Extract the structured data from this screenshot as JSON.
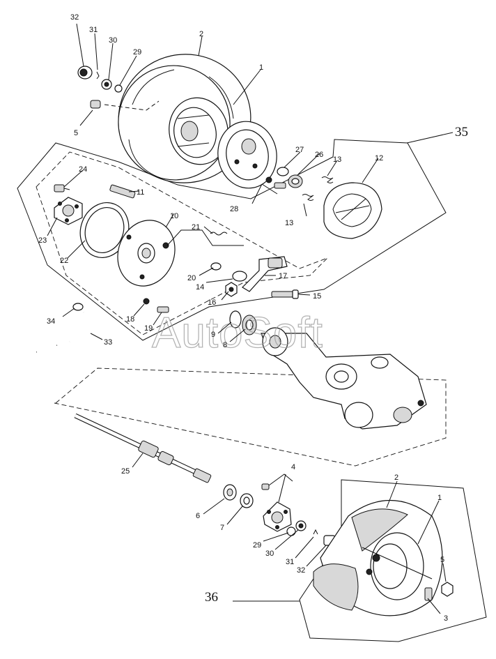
{
  "watermark": "AutoSoft",
  "callouts": {
    "p1a": "1",
    "p2a": "2",
    "p5a": "5",
    "p29a": "29",
    "p30a": "30",
    "p31a": "31",
    "p32a": "32",
    "p27": "27",
    "p26": "26",
    "p28": "28",
    "p13a": "13",
    "p13b": "13",
    "p12": "12",
    "p35": "35",
    "p24": "24",
    "p11": "11",
    "p23": "23",
    "p22": "22",
    "p10": "10",
    "p21": "21",
    "p20": "20",
    "p14": "14",
    "p17": "17",
    "p16": "16",
    "p15": "15",
    "p18": "18",
    "p19": "19",
    "p34": "34",
    "p33": "33",
    "p9": "9",
    "p8": "8",
    "p25": "25",
    "p6": "6",
    "p7": "7",
    "p4": "4",
    "p29b": "29",
    "p30b": "30",
    "p31b": "31",
    "p32b": "32",
    "p2b": "2",
    "p1b": "1",
    "p5b": "5",
    "p3": "3",
    "p36": "36"
  }
}
